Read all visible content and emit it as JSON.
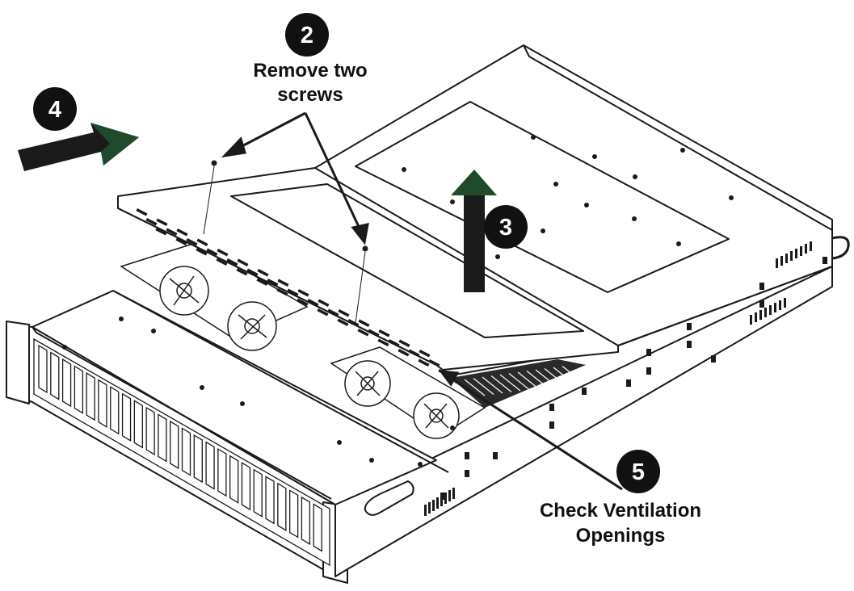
{
  "steps": [
    {
      "number": "2",
      "lines": [
        "Remove two",
        "screws"
      ]
    },
    {
      "number": "3",
      "lines": []
    },
    {
      "number": "4",
      "lines": []
    },
    {
      "number": "5",
      "lines": [
        "Check Ventilation",
        "Openings"
      ]
    }
  ],
  "colors": {
    "arrow_green": "#1f4a2c",
    "badge": "#111111",
    "line": "#1a1a1a"
  }
}
